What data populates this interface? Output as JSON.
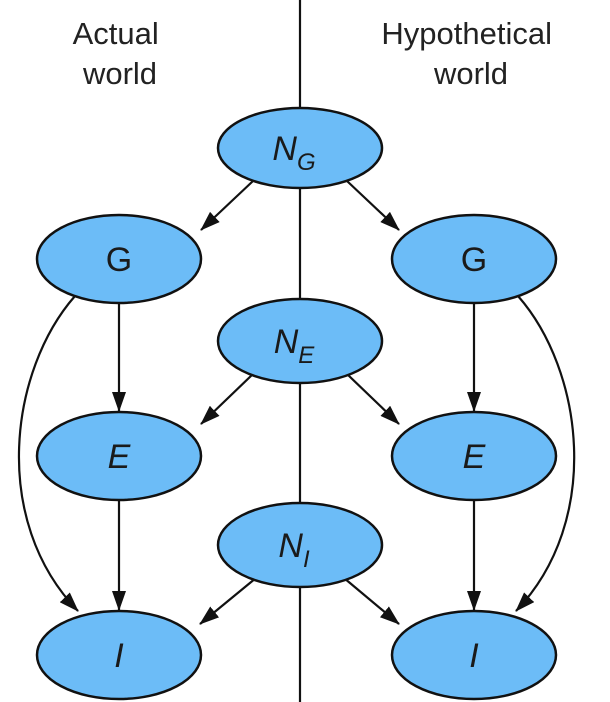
{
  "headers": {
    "left": [
      "Actual",
      "world"
    ],
    "right": [
      "Hypothetical",
      "world"
    ]
  },
  "colors": {
    "node_fill": "#6cbcf7",
    "stroke": "#111111",
    "background": "#ffffff"
  },
  "nodes": {
    "NG": {
      "main": "N",
      "sub": "G",
      "italic": true
    },
    "G_left": {
      "main": "G",
      "sub": "",
      "italic": false
    },
    "G_right": {
      "main": "G",
      "sub": "",
      "italic": false
    },
    "NE": {
      "main": "N",
      "sub": "E",
      "italic": true
    },
    "E_left": {
      "main": "E",
      "sub": "",
      "italic": true
    },
    "E_right": {
      "main": "E",
      "sub": "",
      "italic": true
    },
    "NI": {
      "main": "N",
      "sub": "I",
      "italic": true
    },
    "I_left": {
      "main": "I",
      "sub": "",
      "italic": true
    },
    "I_right": {
      "main": "I",
      "sub": "",
      "italic": true
    }
  },
  "edges": [
    {
      "from": "NG",
      "to": "G_left"
    },
    {
      "from": "NG",
      "to": "G_right"
    },
    {
      "from": "G_left",
      "to": "E_left"
    },
    {
      "from": "G_right",
      "to": "E_right"
    },
    {
      "from": "G_left",
      "to": "I_left"
    },
    {
      "from": "G_right",
      "to": "I_right"
    },
    {
      "from": "NE",
      "to": "E_left"
    },
    {
      "from": "NE",
      "to": "E_right"
    },
    {
      "from": "E_left",
      "to": "I_left"
    },
    {
      "from": "E_right",
      "to": "I_right"
    },
    {
      "from": "NI",
      "to": "I_left"
    },
    {
      "from": "NI",
      "to": "I_right"
    }
  ]
}
